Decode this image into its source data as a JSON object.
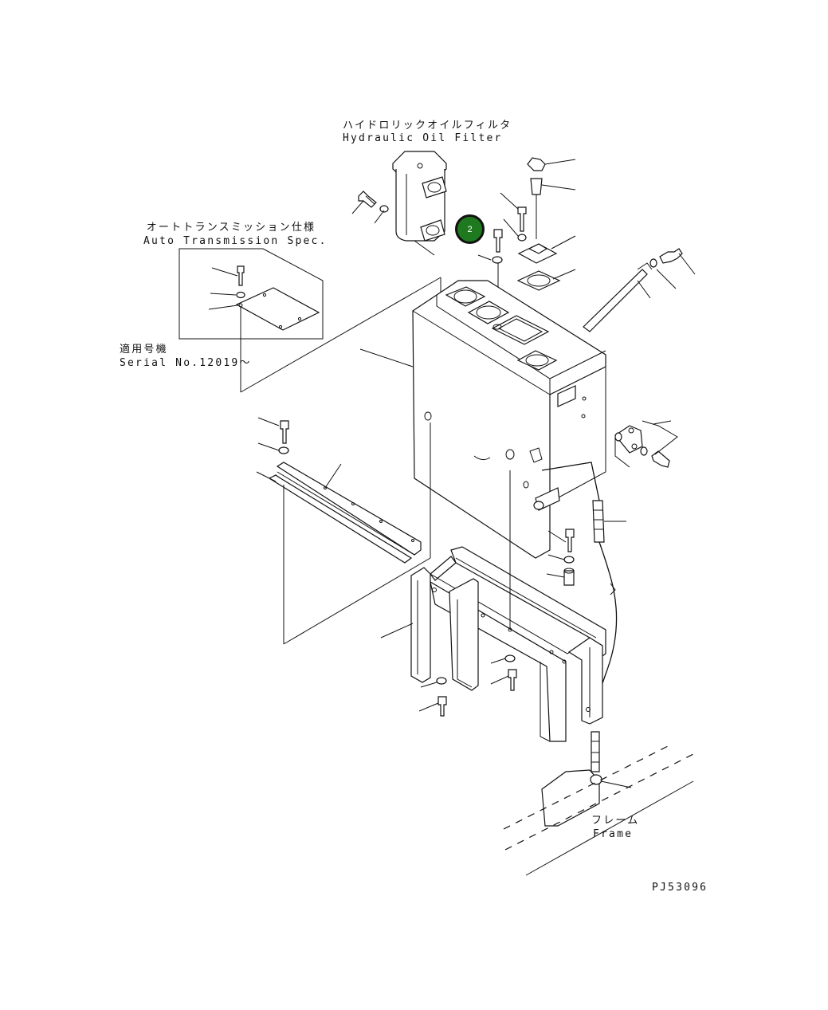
{
  "labels": {
    "hydraulic_filter_jp": "ハイドロリックオイルフィルタ",
    "hydraulic_filter_en": "Hydraulic Oil Filter",
    "auto_trans_jp": "オートトランスミッション仕様",
    "auto_trans_en": "Auto Transmission Spec.",
    "serial_jp": "適用号機",
    "serial_en": "Serial No.12019～",
    "frame_jp": "フレーム",
    "frame_en": "Frame",
    "drawing_no": "PJ53096"
  },
  "callout": {
    "number": "2",
    "color": "#1f7a1f"
  },
  "colors": {
    "line": "#111111",
    "background": "#ffffff"
  }
}
